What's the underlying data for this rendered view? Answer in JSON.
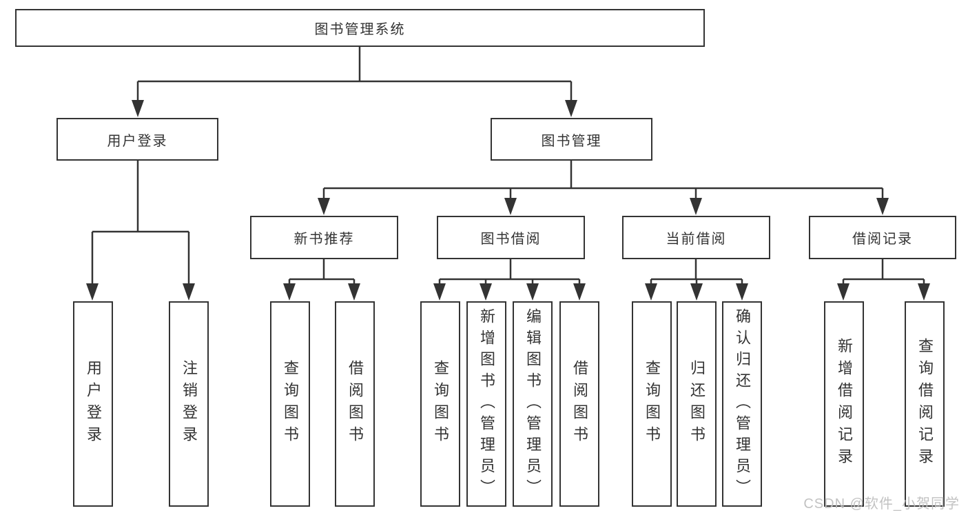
{
  "diagram": {
    "root": {
      "label": "图书管理系统"
    },
    "branches": [
      {
        "label": "用户登录",
        "children": [
          {
            "label": "用户登录"
          },
          {
            "label": "注销登录"
          }
        ]
      },
      {
        "label": "图书管理",
        "children": [
          {
            "label": "新书推荐",
            "children": [
              {
                "label": "查询图书"
              },
              {
                "label": "借阅图书"
              }
            ]
          },
          {
            "label": "图书借阅",
            "children": [
              {
                "label": "查询图书"
              },
              {
                "label": "新增图书（管理员）"
              },
              {
                "label": "编辑图书（管理员）"
              },
              {
                "label": "借阅图书"
              }
            ]
          },
          {
            "label": "当前借阅",
            "children": [
              {
                "label": "查询图书"
              },
              {
                "label": "归还图书"
              },
              {
                "label": "确认归还（管理员）"
              }
            ]
          },
          {
            "label": "借阅记录",
            "children": [
              {
                "label": "新增借阅记录"
              },
              {
                "label": "查询借阅记录"
              }
            ]
          }
        ]
      }
    ]
  },
  "watermark": {
    "label": "CSDN @软件_小贺同学"
  },
  "colors": {
    "line": "#333333",
    "text": "#333333",
    "watermark": "#bfbfbf",
    "background": "#ffffff"
  }
}
